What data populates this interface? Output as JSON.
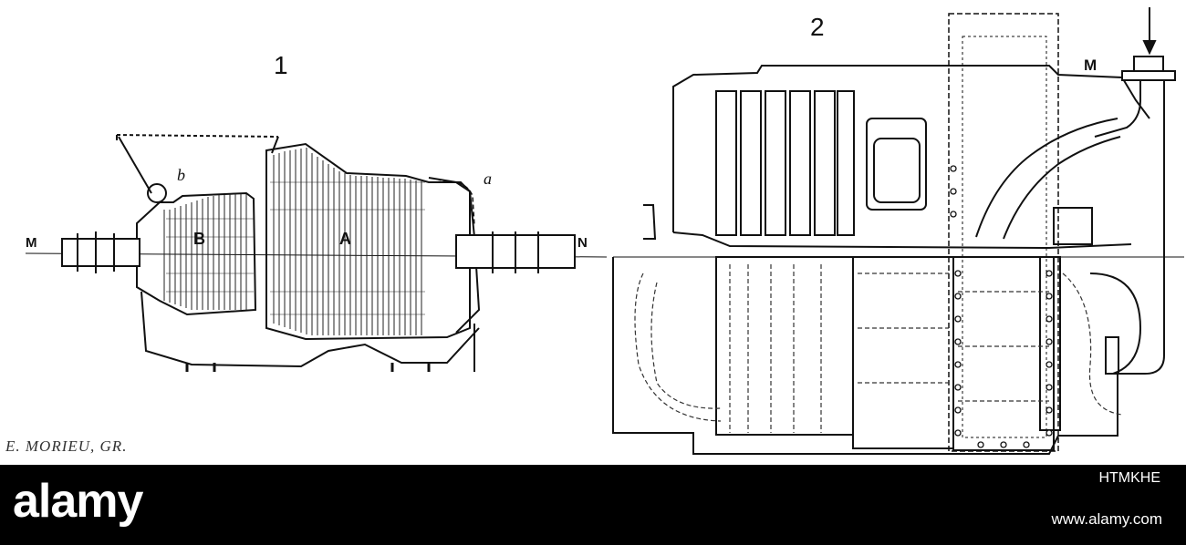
{
  "figures": {
    "fig1": {
      "number": "1",
      "labels": {
        "m": "M",
        "n": "N",
        "a_upper": "A",
        "b_upper": "B",
        "a_lower": "a",
        "b_lower": "b"
      }
    },
    "fig2": {
      "number": "2",
      "labels": {
        "m": "M"
      }
    }
  },
  "engraver_signature": "E. MORIEU, GR.",
  "watermark": {
    "brand": "alamy",
    "image_code": "HTMKHE",
    "site": "www.alamy.com"
  }
}
